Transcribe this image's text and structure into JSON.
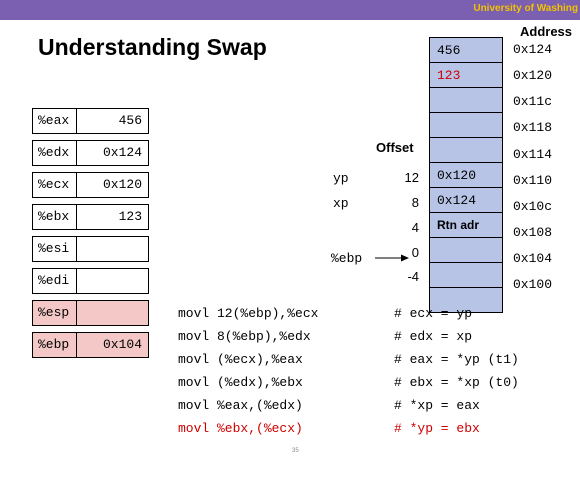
{
  "header": {
    "org": "University of Washing"
  },
  "title": "Understanding Swap",
  "registers": [
    {
      "name": "%eax",
      "value": "456",
      "highlight": false
    },
    {
      "name": "%edx",
      "value": "0x124",
      "highlight": false
    },
    {
      "name": "%ecx",
      "value": "0x120",
      "highlight": false
    },
    {
      "name": "%ebx",
      "value": "123",
      "highlight": false
    },
    {
      "name": "%esi",
      "value": "",
      "highlight": false
    },
    {
      "name": "%edi",
      "value": "",
      "highlight": false
    },
    {
      "name": "%esp",
      "value": "",
      "highlight": true
    },
    {
      "name": "%ebp",
      "value": "0x104",
      "highlight": true
    }
  ],
  "memory": {
    "address_header": "Address",
    "offset_header": "Offset",
    "cells": [
      "456",
      "123",
      "",
      "",
      "",
      "0x120",
      "0x124",
      "Rtn adr",
      "",
      "",
      ""
    ],
    "addresses": [
      "0x124",
      "0x120",
      "0x11c",
      "0x118",
      "0x114",
      "0x110",
      "0x10c",
      "0x108",
      "0x104",
      "0x100"
    ],
    "offsets": [
      "12",
      "8",
      "4",
      "0",
      "-4"
    ],
    "labels": {
      "yp": "yp",
      "xp": "xp",
      "ebp": "%ebp"
    }
  },
  "code": [
    {
      "ins": "movl 12(%ebp),%ecx",
      "comment": "# ecx = yp"
    },
    {
      "ins": "movl 8(%ebp),%edx",
      "comment": "# edx = xp"
    },
    {
      "ins": "movl (%ecx),%eax",
      "comment": "# eax = *yp (t1)"
    },
    {
      "ins": "movl (%edx),%ebx",
      "comment": "# ebx = *xp (t0)"
    },
    {
      "ins": "movl %eax,(%edx)",
      "comment": "# *xp = eax"
    },
    {
      "ins": "movl %ebx,(%ecx)",
      "comment": "# *yp = ebx"
    }
  ],
  "footer_mark": "35"
}
